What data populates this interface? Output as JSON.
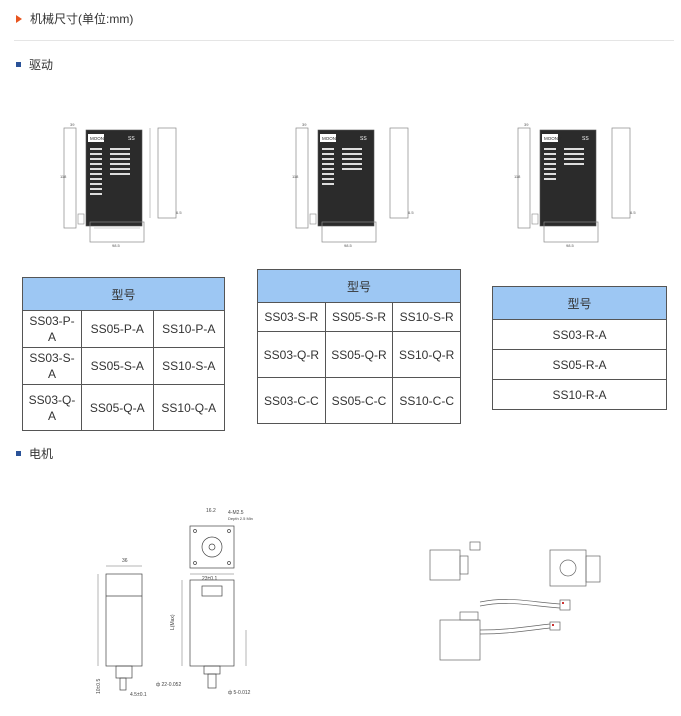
{
  "header": {
    "title": "机械尺寸(单位:mm)"
  },
  "sections": {
    "driver": {
      "title": "驱动"
    },
    "motor": {
      "title": "电机"
    }
  },
  "drawing": {
    "brand": "MOONS'",
    "model": "SS",
    "dims": {
      "top": "39",
      "side": "118",
      "bottom": "98.5",
      "depth": "6.5"
    },
    "motor_front": {
      "w": "16.2",
      "holes": "4-M2.5",
      "depth": "Depth 2.5 Min",
      "sq": "23±0.1",
      "len": "L(Max)",
      "sh1": "ф 22-0.052",
      "sh2": "ф 5-0.012",
      "w36": "36",
      "h10": "10±0.5",
      "w45": "4.5±0.1"
    }
  },
  "tables": [
    {
      "header": "型号",
      "rows": [
        [
          "SS03-P-A",
          "SS05-P-A",
          "SS10-P-A"
        ],
        [
          "SS03-S-A",
          "SS05-S-A",
          "SS10-S-A"
        ],
        [
          "SS03-Q-A",
          "SS05-Q-A",
          "SS10-Q-A"
        ]
      ]
    },
    {
      "header": "型号",
      "rows": [
        [
          "SS03-S-R",
          "SS05-S-R",
          "SS10-S-R"
        ],
        [
          "SS03-Q-R",
          "SS05-Q-R",
          "SS10-Q-R"
        ],
        [
          "SS03-C-C",
          "SS05-C-C",
          "SS10-C-C"
        ]
      ]
    },
    {
      "header": "型号",
      "rows": [
        [
          "SS03-R-A"
        ],
        [
          "SS05-R-A"
        ],
        [
          "SS10-R-A"
        ]
      ]
    }
  ]
}
